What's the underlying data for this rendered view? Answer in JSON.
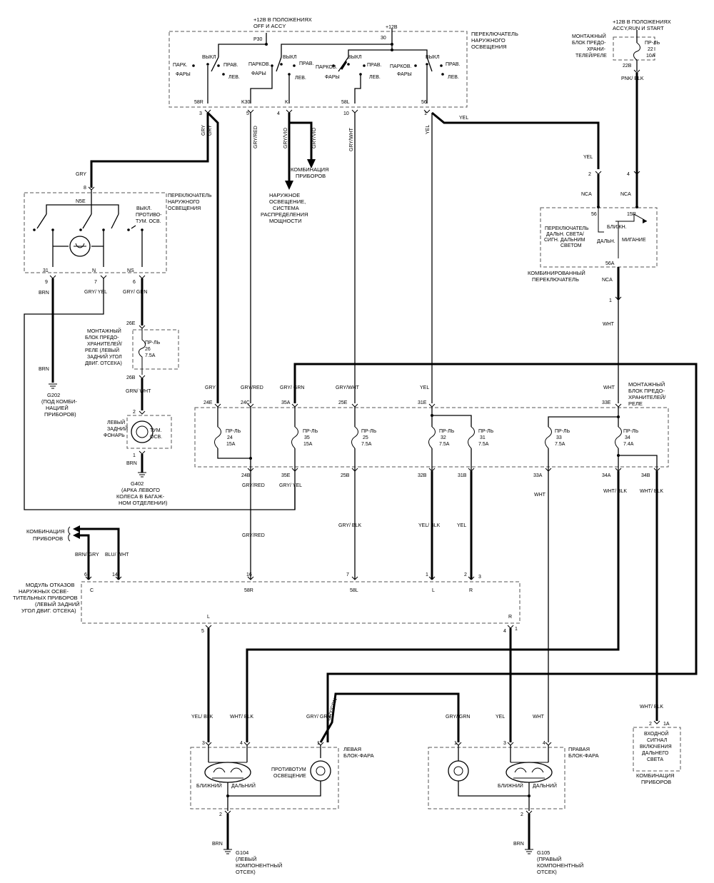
{
  "supplies": {
    "top_lines": [
      "+12В В ПОЛОЖЕНИЯХ",
      "OFF И ACCY"
    ],
    "top_p30": "Р30",
    "top_12b": "+12В",
    "top_30": "30",
    "right_lines": [
      "+12В В ПОЛОЖЕНИЯХ",
      "ACCY,RUN И START"
    ]
  },
  "light_switch": {
    "title_lines": [
      "ПЕРЕКЛЮЧАТЕЛЬ",
      "НАРУЖНОГО",
      "ОСВЕЩЕНИЯ"
    ],
    "contacts": [
      "ВЫКЛ",
      "ПРАВ.",
      "ЛЕВ.",
      "ПАРК.",
      "ФАРЫ",
      "ПАРКОВ.",
      "ФАРЫ",
      "ВЫКЛ",
      "ПРАВ.",
      "ЛЕВ.",
      "ПАРКОВ.",
      "ФАРЫ",
      "ВЫКЛ",
      "ПРАВ.",
      "ЛЕВ.",
      "ПАРКОВ.",
      "ФАРЫ",
      "ВЫКЛ",
      "ПРАВ.",
      "ЛЕВ."
    ],
    "terminals": [
      "58R",
      "K30",
      "K",
      "58L",
      "56"
    ],
    "pins": [
      "3",
      "5",
      "4",
      "10",
      "1"
    ]
  },
  "wire_colors": {
    "gry": "GRY",
    "gry_red": "GRY/RED",
    "gry_vio": "GRY/VIO",
    "gry_wht": "GRY/WHT",
    "yel": "YEL",
    "pnk_blk": "PNK/ BLK",
    "brn": "BRN",
    "gry_yel": "GRY/ YEL",
    "gry_grn": "GRY/ GRN",
    "grn_wht": "GRN/ WHT",
    "wht": "WHT",
    "nca": "NCA",
    "gry_blk": "GRY/ BLK",
    "yel_blk": "YEL/ BLK",
    "wht_blk": "WHT/ BLK",
    "brn_gry": "BRN/ GRY",
    "blu_wht": "BLU/ WHT"
  },
  "instrument_cluster_label": [
    "КОМБИНАЦИЯ",
    "ПРИБОРОВ"
  ],
  "exterior_lighting_label": [
    "НАРУЖНОЕ",
    "ОСВЕЩЕНИЕ,",
    "СИСТЕМА",
    "РАСПРЕДЕЛЕНИЯ",
    "МОЩНОСТИ"
  ],
  "right_fuse_block": {
    "label_lines": [
      "МОНТАЖНЫЙ",
      "БЛОК ПРЕДО-",
      "ХРАНИ-",
      "ТЕЛЕЙ/РЕЛЕ"
    ],
    "fuse_lines": [
      "ПР-ЛЬ",
      "22",
      "10A"
    ],
    "pin": "22B"
  },
  "fog_switch": {
    "title_lines": [
      "ПЕРЕКЛЮЧАТЕЛЬ",
      "НАРУЖНОГО",
      "ОСВЕЩЕНИЯ"
    ],
    "off_lines": [
      "ВЫКЛ.",
      "ПРОТИВО-",
      "ТУМ. ОСВ."
    ],
    "top_pin": "8",
    "top_term": "N5E",
    "terms": [
      "31",
      "N",
      "NS"
    ],
    "pins": [
      "9",
      "7",
      "6"
    ]
  },
  "rear_fuse": {
    "label_lines": [
      "МОНТАЖНЫЙ",
      "БЛОК ПРЕДО-",
      "ХРАНИТЕЛЕЙ/",
      "РЕЛЕ (ЛЕВЫЙ",
      "ЗАДНИЙ УГОЛ",
      "ДВИГ. ОТСЕКА)"
    ],
    "fuse_lines": [
      "ПР-ЛЬ",
      "26",
      "7.5A"
    ],
    "pin_top": "26E",
    "pin_bottom": "26B"
  },
  "rear_fog_lamp": {
    "label_lines": [
      "ЛЕВЫЙ",
      "ЗАДНИЙ",
      "ФОНАРЬ"
    ],
    "inner_lines": [
      "ТУМ.",
      "ОСВ."
    ],
    "pin_top": "2",
    "pin_bottom": "1"
  },
  "grounds": {
    "g202": [
      "G202",
      "(ПОД КОМБИ-",
      "НАЦИЕЙ",
      "ПРИБОРОВ)"
    ],
    "g402": [
      "G402",
      "(АРКА ЛЕВОГО",
      "КОЛЕСА В БАГАЖ-",
      "НОМ ОТДЕЛЕНИИ)"
    ],
    "g104": [
      "G104",
      "(ЛЕВЫЙ",
      "КОМПОНЕНТНЫЙ",
      "ОТСЕК)"
    ],
    "g105": [
      "G105",
      "(ПРАВЫЙ",
      "КОМПОНЕНТНЫЙ",
      "ОТСЕК)"
    ]
  },
  "combo_switch": {
    "label_lines": [
      "ПЕРЕКЛЮЧАТЕЛЬ",
      "ДАЛЬН. СВЕТА/",
      "СИГН. ДАЛЬНИМ",
      "СВЕТОМ"
    ],
    "low": "БЛИЖН.",
    "high": "ДАЛЬН.",
    "flash": "МИГАНИЕ",
    "t56": "56",
    "t15r": "15R",
    "t56a": "56A",
    "bottom_lines": [
      "КОМБИНИРОВАННЫЙ",
      "ПЕРЕКЛЮЧАТЕЛЬ"
    ],
    "pin_yel": "2",
    "pin_pnk": "4",
    "pin_out": "1"
  },
  "main_fuse_block": {
    "label_lines": [
      "МОНТАЖНЫЙ",
      "БЛОК ПРЕДО-",
      "ХРАНИТЕЛЕЙ/",
      "РЕЛЕ"
    ],
    "top_pins": [
      "24E",
      "24C",
      "35A",
      "25E",
      "31E",
      "33E"
    ],
    "fuses": [
      {
        "lines": [
          "ПР-ЛЬ",
          "24",
          "15A"
        ]
      },
      {
        "lines": [
          "ПР-ЛЬ",
          "35",
          "15A"
        ]
      },
      {
        "lines": [
          "ПР-ЛЬ",
          "25",
          "7.5A"
        ]
      },
      {
        "lines": [
          "ПР-ЛЬ",
          "32",
          "7.5A"
        ]
      },
      {
        "lines": [
          "ПР-ЛЬ",
          "31",
          "7.5A"
        ]
      },
      {
        "lines": [
          "ПР-ЛЬ",
          "33",
          "7.5A"
        ]
      },
      {
        "lines": [
          "ПР-ЛЬ",
          "34",
          "7.4A"
        ]
      }
    ],
    "bottom_pins": [
      "24B",
      "35E",
      "25B",
      "32B",
      "31B",
      "33A",
      "34A",
      "34B"
    ]
  },
  "failure_module": {
    "label_lines": [
      "МОДУЛЬ ОТКАЗОВ",
      "НАРУЖНЫХ ОСВЕ-",
      "ТИТЕЛЬНЫХ ПРИБОРОВ",
      "(ЛЕВЫЙ ЗАДНИЙ",
      "УГОЛ ДВИГ. ОТСЕКА)"
    ],
    "top_terms": [
      "C",
      "58R",
      "58L",
      "L",
      "R"
    ],
    "top_pins": [
      "6",
      "14",
      "16",
      "7",
      "1",
      "2",
      "3"
    ],
    "bottom_terms": [
      "L",
      "R"
    ],
    "bottom_pins": [
      "5",
      "4",
      "1"
    ]
  },
  "left_headlamp": {
    "label_lines": [
      "ЛЕВАЯ",
      "БЛОК-ФАРА"
    ],
    "fog_lines": [
      "ПРОТИВОТУМ",
      "ОСВЕЩЕНИЕ"
    ],
    "low": "БЛИЖНИЙ",
    "high": "ДАЛЬНИЙ",
    "wires": [
      "YEL/ BLK",
      "WHT/ BLK",
      "GRY/ GRN"
    ],
    "diag_wire": "GRY/GRN",
    "pins": [
      "3",
      "4",
      "1"
    ],
    "ground_pin": "2"
  },
  "right_headlamp": {
    "label_lines": [
      "ПРАВАЯ",
      "БЛОК-ФАРА"
    ],
    "low": "БЛИЖНИЙ",
    "high": "ДАЛЬНИЙ",
    "wires": [
      "GRY/ GRN",
      "YEL",
      "WHT"
    ],
    "pins": [
      "1",
      "3",
      "4"
    ],
    "ground_pin": "2"
  },
  "high_beam_indicator": {
    "lines": [
      "ВХОДНОЙ",
      "СИГНАЛ",
      "ВКЛЮЧЕНИЯ",
      "ДАЛЬНЕГО",
      "СВЕТА"
    ],
    "caption": [
      "КОМБИНАЦИЯ",
      "ПРИБОРОВ"
    ],
    "pins": [
      "2",
      "1A"
    ]
  }
}
